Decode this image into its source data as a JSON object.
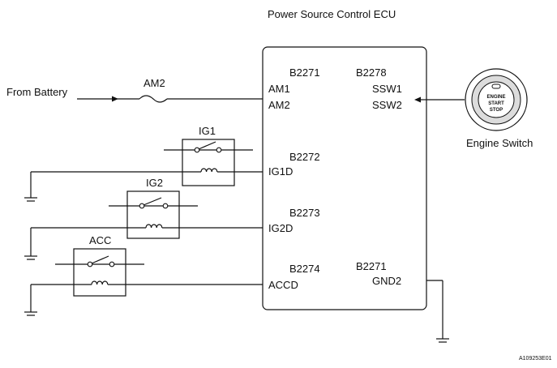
{
  "title": "Power Source Control ECU",
  "source_label": "From Battery",
  "fuse_label": "AM2",
  "relays": {
    "ig1": "IG1",
    "ig2": "IG2",
    "acc": "ACC"
  },
  "connectors": {
    "left_top": "B2271",
    "right_top": "B2278",
    "ig1d": "B2272",
    "ig2d": "B2273",
    "accd": "B2274",
    "gnd": "B2271"
  },
  "pins": {
    "am1": "AM1",
    "am2": "AM2",
    "ssw1": "SSW1",
    "ssw2": "SSW2",
    "ig1d": "IG1D",
    "ig2d": "IG2D",
    "accd": "ACCD",
    "gnd2": "GND2"
  },
  "engine_switch": {
    "label": "Engine Switch",
    "button_line1": "ENGINE",
    "button_line2": "START",
    "button_line3": "STOP"
  },
  "figure_code": "A109253E01"
}
